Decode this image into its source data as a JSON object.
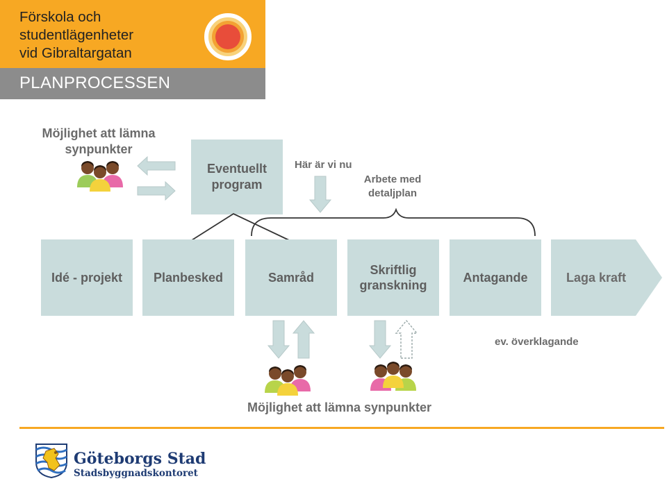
{
  "header": {
    "title": "Förskola och\nstudentlägenheter\nvid Gibraltargatan",
    "subtitle": "PLANPROCESSEN",
    "colors": {
      "orange": "#f7a823",
      "gray": "#8c8c8c"
    }
  },
  "top_feedback_label": "Möjlighet att lämna\nsynpunkter",
  "program_box": "Eventuellt\nprogram",
  "here_label": "Här är vi nu",
  "detailplan_label": "Arbete med\ndetaljplan",
  "phases": [
    "Idé - projekt",
    "Planbesked",
    "Samråd",
    "Skriftlig\ngranskning",
    "Antagande",
    "Laga kraft"
  ],
  "appeal_label": "ev. överklagande",
  "bottom_feedback_label": "Möjlighet att lämna synpunkter",
  "footer": {
    "brand": "Göteborgs Stad",
    "department": "Stadsbyggnadskontoret"
  },
  "colors": {
    "phase_box": "#c9dcdc",
    "arrow": "#c9dcdc",
    "bracket": "#333333"
  }
}
